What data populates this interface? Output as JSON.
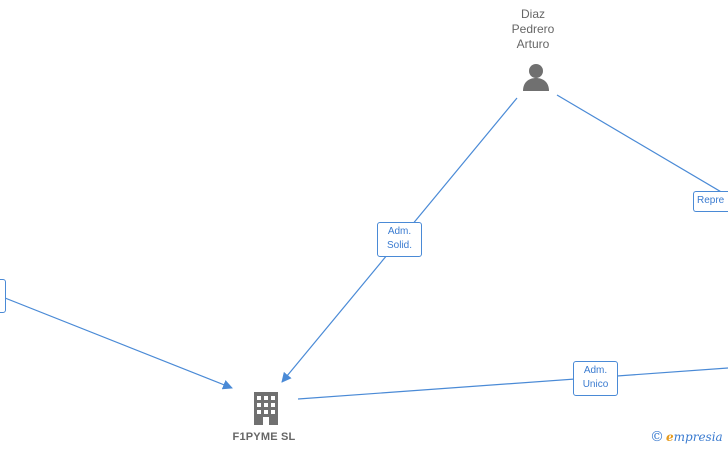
{
  "nodes": {
    "person": {
      "lines": [
        "Diaz",
        "Pedrero",
        "Arturo"
      ]
    },
    "company": {
      "label": "F1PYME  SL"
    }
  },
  "relations": {
    "adm_solid": [
      "Adm.",
      "Solid."
    ],
    "adm_unico": [
      "Adm.",
      "Unico"
    ],
    "representante": "Repre"
  },
  "watermark": {
    "copyright": "©",
    "brand_initial": "e",
    "brand_rest": "mpresia"
  },
  "colors": {
    "edge": "#4a8ad6",
    "icon": "#707070",
    "text": "#666666",
    "brand_orange": "#e69a1c"
  }
}
